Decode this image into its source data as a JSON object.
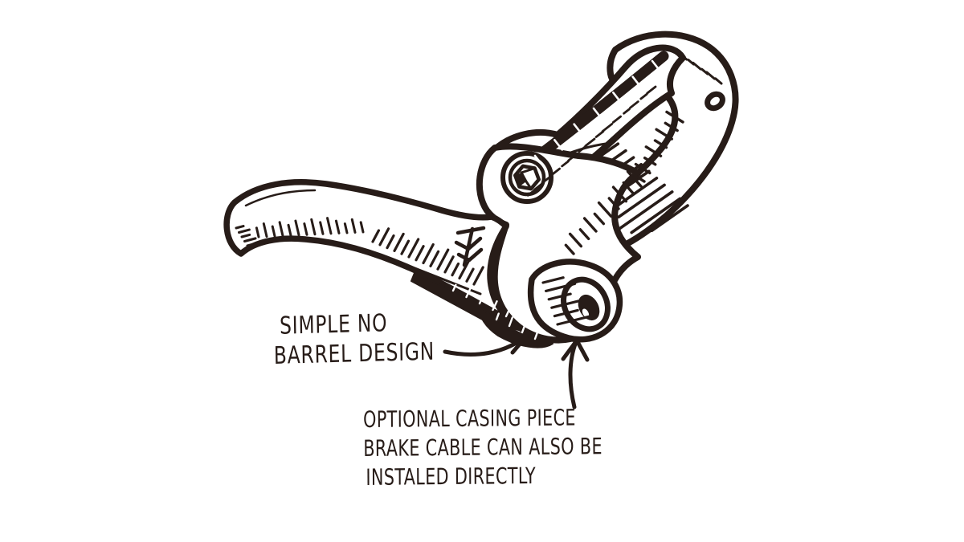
{
  "page": {
    "background_color": "#ffffff",
    "ink_color": "#271c18",
    "subject": "Hand-drawn bicycle brake lever sketch"
  },
  "annotations": {
    "no_barrel": {
      "line1": "SIMPLE NO",
      "line2": "BARREL DESIGN"
    },
    "casing": {
      "line1": "OPTIONAL CASING PIECE",
      "line2": "BRAKE CABLE CAN ALSO BE",
      "line3": "INSTALED DIRECTLY"
    }
  }
}
